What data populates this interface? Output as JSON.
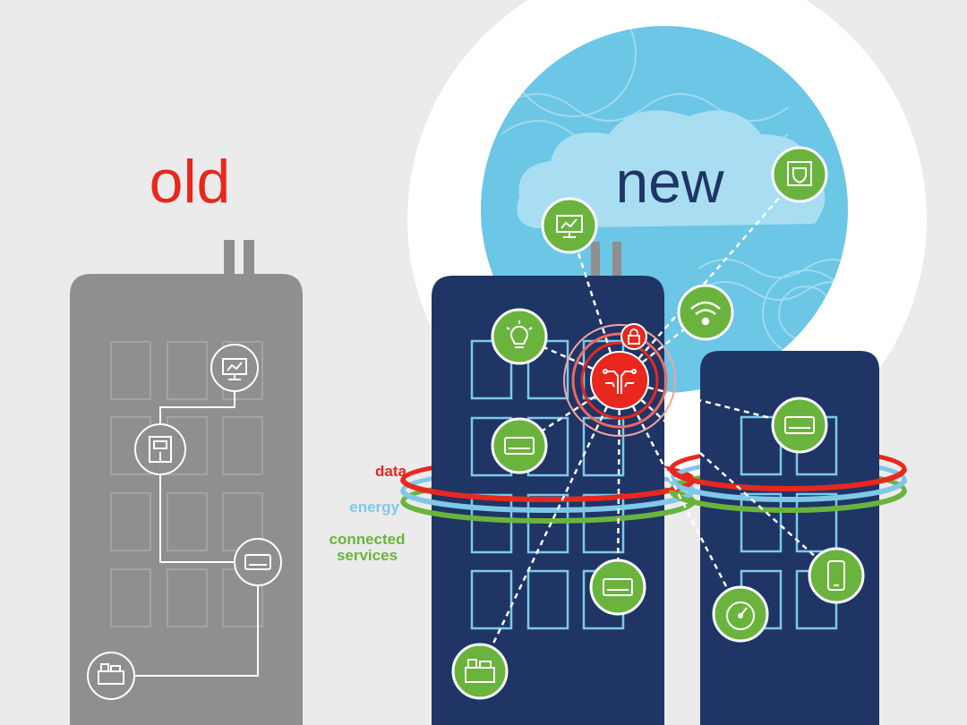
{
  "old_label": "old",
  "new_label": "new",
  "ring_labels": {
    "data": "data",
    "energy": "energy",
    "connected_line1": "connected",
    "connected_line2": "services"
  },
  "colors": {
    "background": "#ebebeb",
    "old_building": "#8f8f8f",
    "old_window": "#999999",
    "new_building": "#1f3566",
    "new_window": "#7ec8e8",
    "cloud_globe": "#6cc6e6",
    "cloud": "#a9def2",
    "green_node": "#6ab43e",
    "hub_red": "#e8281e",
    "data_red": "#e8281e",
    "energy_blue": "#7ec8e8",
    "services_green": "#6ab43e",
    "new_text": "#1f3566"
  },
  "old_icons": [
    "monitor-chart-icon",
    "thermostat-panel-icon",
    "ac-unit-icon",
    "machine-icon"
  ],
  "new_icons": [
    "monitor-chart-icon",
    "shield-icon",
    "wifi-icon",
    "lightbulb-icon",
    "ac-unit-icon",
    "ac-unit-icon",
    "ac-unit-icon",
    "smartphone-icon",
    "gauge-icon",
    "machine-icon",
    "lock-icon",
    "circuit-hub-icon"
  ]
}
